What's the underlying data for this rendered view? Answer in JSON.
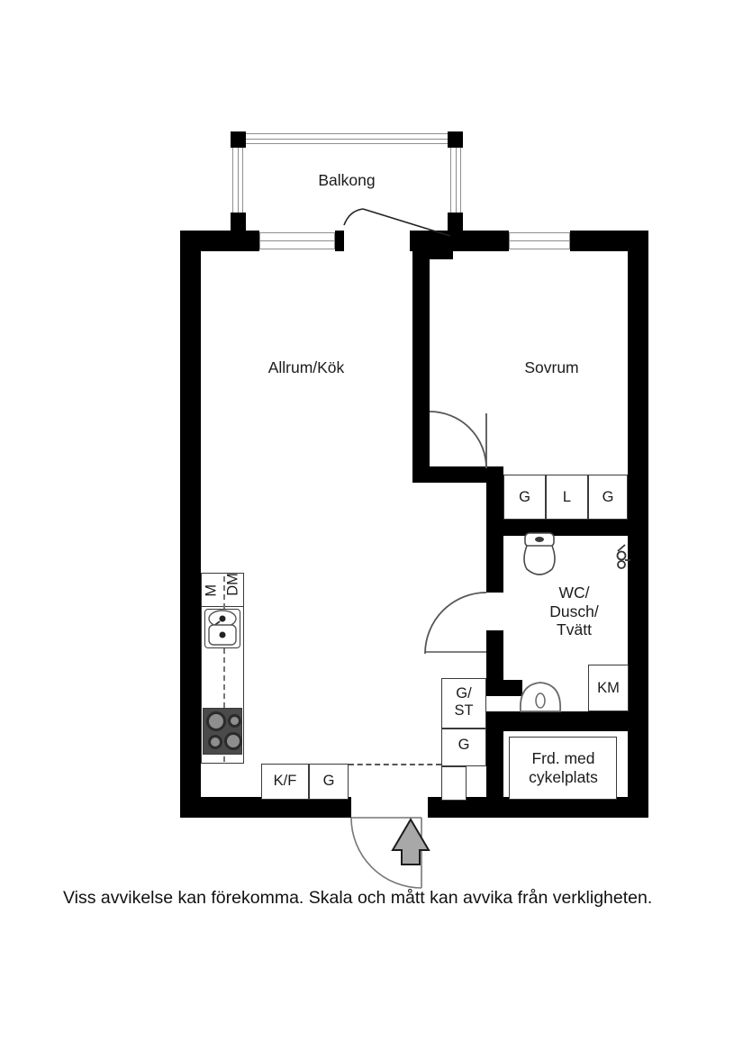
{
  "document": {
    "type": "apartment-floor-plan",
    "caption": "Viss avvikelse kan förekomma. Skala och mått kan avvika från verkligheten."
  },
  "rooms": [
    {
      "id": "balkong",
      "label": "Balkong"
    },
    {
      "id": "allrum",
      "label": "Allrum/Kök"
    },
    {
      "id": "sovrum",
      "label": "Sovrum"
    },
    {
      "id": "bathroom",
      "label": "WC/\nDusch/\nTvätt"
    },
    {
      "id": "hall",
      "label": "Frd. med\ncykelplats"
    }
  ],
  "fixtures": {
    "kitchen": {
      "microwave": "M",
      "dishwasher": "DM",
      "fridge_freezer": "K/F",
      "cabinet": "G",
      "sink_icon": "kitchen-sink-icon",
      "cooktop_icon": "cooktop-icon"
    },
    "bedroom_closets": [
      {
        "label": "G"
      },
      {
        "label": "L"
      },
      {
        "label": "G"
      }
    ],
    "hall_closets": [
      {
        "label": "G/\nST"
      },
      {
        "label": "G"
      }
    ],
    "bathroom": {
      "machine": "KM",
      "toilet_icon": "toilet-icon",
      "basin_icon": "washbasin-icon",
      "shower_mixer_icon": "shower-mixer-icon"
    }
  },
  "markers": {
    "entrance_arrow": "entrance-arrow-icon"
  },
  "colors": {
    "wall": "#000000",
    "room_fill": "#ffffff",
    "line": "#3a3a3a",
    "arrow_fill": "#a8a8a8",
    "cooktop": "#4a4a4a"
  }
}
